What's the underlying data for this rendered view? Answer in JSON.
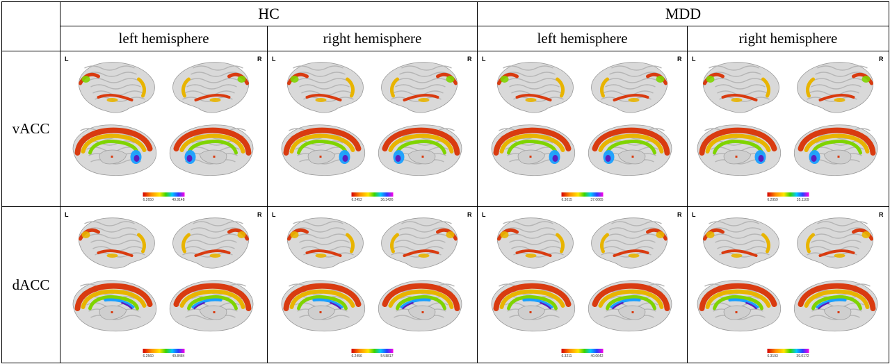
{
  "groups": [
    {
      "label": "HC"
    },
    {
      "label": "MDD"
    }
  ],
  "hemispheres": [
    "left hemisphere",
    "right hemisphere",
    "left hemisphere",
    "right hemisphere"
  ],
  "rows": [
    {
      "label": "vACC",
      "panels": [
        {
          "lmark": "L",
          "rmark": "R",
          "min": "6.2650",
          "max": "49.9148"
        },
        {
          "lmark": "L",
          "rmark": "R",
          "min": "6.2452",
          "max": "36.3426"
        },
        {
          "lmark": "L",
          "rmark": "R",
          "min": "6.3015",
          "max": "37.0665"
        },
        {
          "lmark": "L",
          "rmark": "R",
          "min": "6.2959",
          "max": "35.1109"
        }
      ]
    },
    {
      "label": "dACC",
      "panels": [
        {
          "lmark": "L",
          "rmark": "R",
          "min": "6.2560",
          "max": "49.8484"
        },
        {
          "lmark": "L",
          "rmark": "R",
          "min": "6.2456",
          "max": "54.8817"
        },
        {
          "lmark": "L",
          "rmark": "R",
          "min": "6.3211",
          "max": "40.0642"
        },
        {
          "lmark": "L",
          "rmark": "R",
          "min": "6.3193",
          "max": "39.0172"
        }
      ]
    }
  ],
  "colors": {
    "surface": "#d9d9d9",
    "low": "#d93b10",
    "mid": "#e8b400",
    "high": "#7fd400",
    "peak": "#1aa0ff",
    "max": "#5a1fbf"
  }
}
